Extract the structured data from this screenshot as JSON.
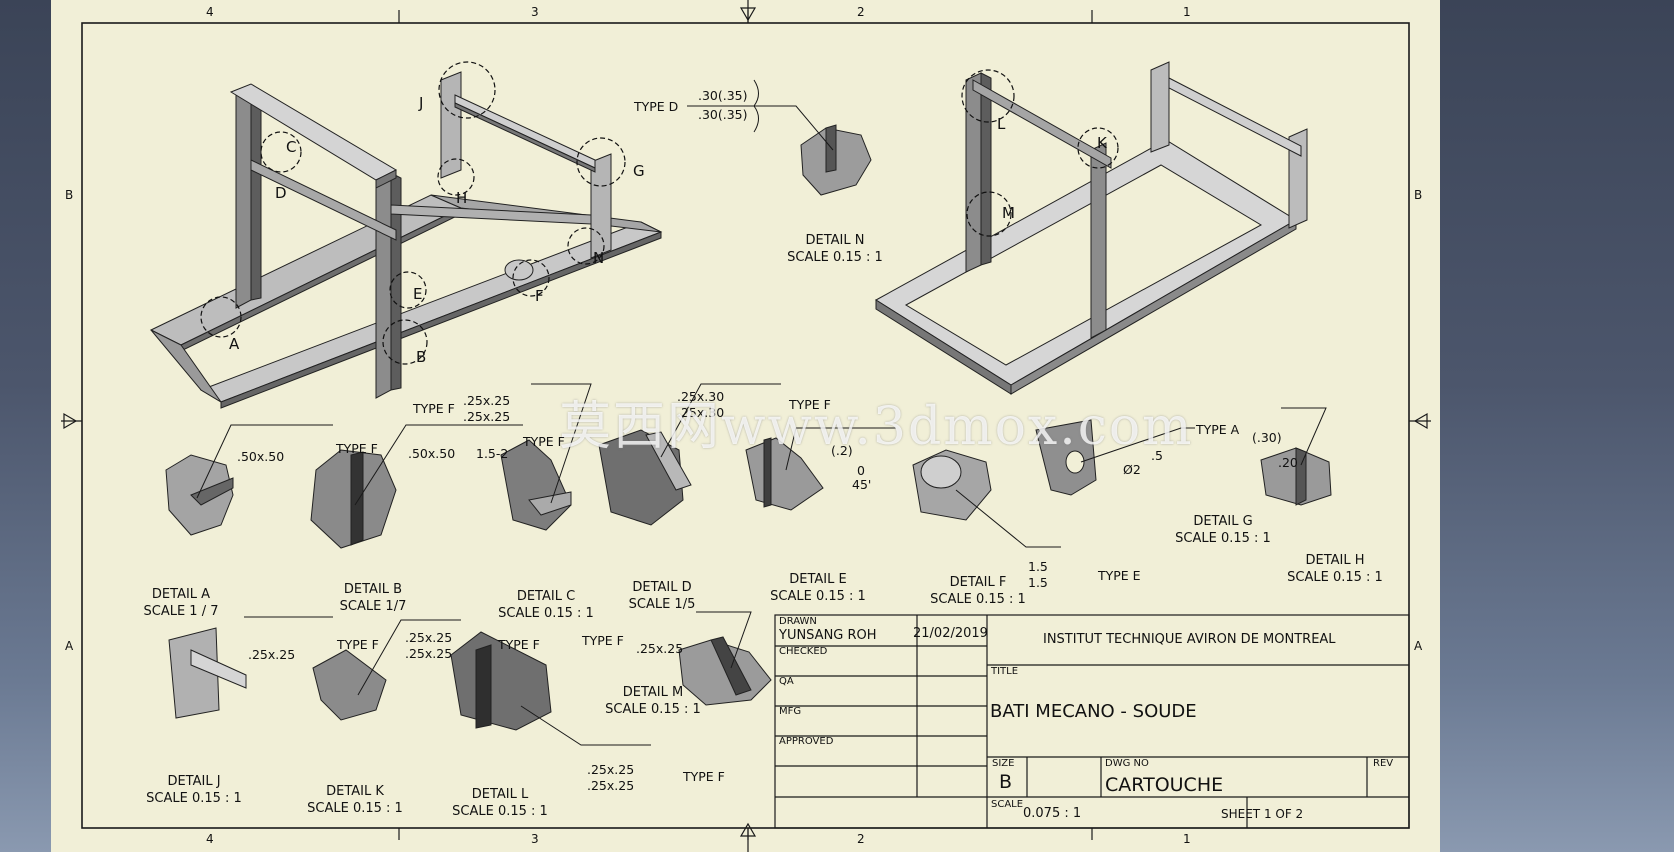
{
  "zones": {
    "cols_top": [
      "4",
      "3",
      "2",
      "1"
    ],
    "cols_bottom": [
      "4",
      "3",
      "2",
      "1"
    ],
    "rows_left": [
      "B",
      "A"
    ],
    "rows_right": [
      "B",
      "A"
    ]
  },
  "callouts": [
    "A",
    "B",
    "C",
    "D",
    "E",
    "F",
    "G",
    "H",
    "J",
    "K",
    "L",
    "M",
    "N"
  ],
  "details": [
    {
      "name": "DETAIL  A",
      "scale": "SCALE 1 / 7"
    },
    {
      "name": "DETAIL  B",
      "scale": "SCALE 1/7"
    },
    {
      "name": "DETAIL  C",
      "scale": "SCALE 0.15 : 1"
    },
    {
      "name": "DETAIL  D",
      "scale": "SCALE 1/5"
    },
    {
      "name": "DETAIL  E",
      "scale": "SCALE 0.15 : 1"
    },
    {
      "name": "DETAIL  F",
      "scale": "SCALE 0.15 : 1"
    },
    {
      "name": "DETAIL  G",
      "scale": "SCALE 0.15 : 1"
    },
    {
      "name": "DETAIL  H",
      "scale": "SCALE 0.15 : 1"
    },
    {
      "name": "DETAIL  J",
      "scale": "SCALE 0.15 : 1"
    },
    {
      "name": "DETAIL  K",
      "scale": "SCALE 0.15 : 1"
    },
    {
      "name": "DETAIL  L",
      "scale": "SCALE 0.15 : 1"
    },
    {
      "name": "DETAIL  M",
      "scale": "SCALE 0.15 : 1"
    },
    {
      "name": "DETAIL  N",
      "scale": "SCALE 0.15 : 1"
    }
  ],
  "welds": {
    "type_d": "TYPE D",
    "type_f": "TYPE F",
    "type_a": "TYPE A",
    "type_e": "TYPE E",
    "n_top": ".30(.35)",
    "n_bot": ".30(.35)",
    "s25_25": ".25x.25",
    "s25_30": ".25x.30",
    "s50_50": ".50x.50",
    "pitch": "1.5-2",
    "e_paren": "(.2)",
    "e_zero": "0",
    "e_angle": "45'",
    "g_dia": "Ø2",
    "g_len": ".5",
    "h_paren": "(.30)",
    "h_val": ".20",
    "f_len": "1.5"
  },
  "title_block": {
    "drawn_label": "DRAWN",
    "drawn_by": "YUNSANG ROH",
    "drawn_date": "21/02/2019",
    "checked_label": "CHECKED",
    "qa_label": "QA",
    "mfg_label": "MFG",
    "approved_label": "APPROVED",
    "company": "INSTITUT TECHNIQUE AVIRON DE MONTREAL",
    "title_label": "TITLE",
    "title": "BATI MECANO - SOUDE",
    "size_label": "SIZE",
    "size": "B",
    "dwg_label": "DWG NO",
    "dwg_no": "CARTOUCHE",
    "rev_label": "REV",
    "scale_label": "SCALE",
    "scale": "0.075 : 1",
    "sheet": "SHEET 1   OF 2"
  },
  "watermark": "莫西网www.3dmox.com"
}
